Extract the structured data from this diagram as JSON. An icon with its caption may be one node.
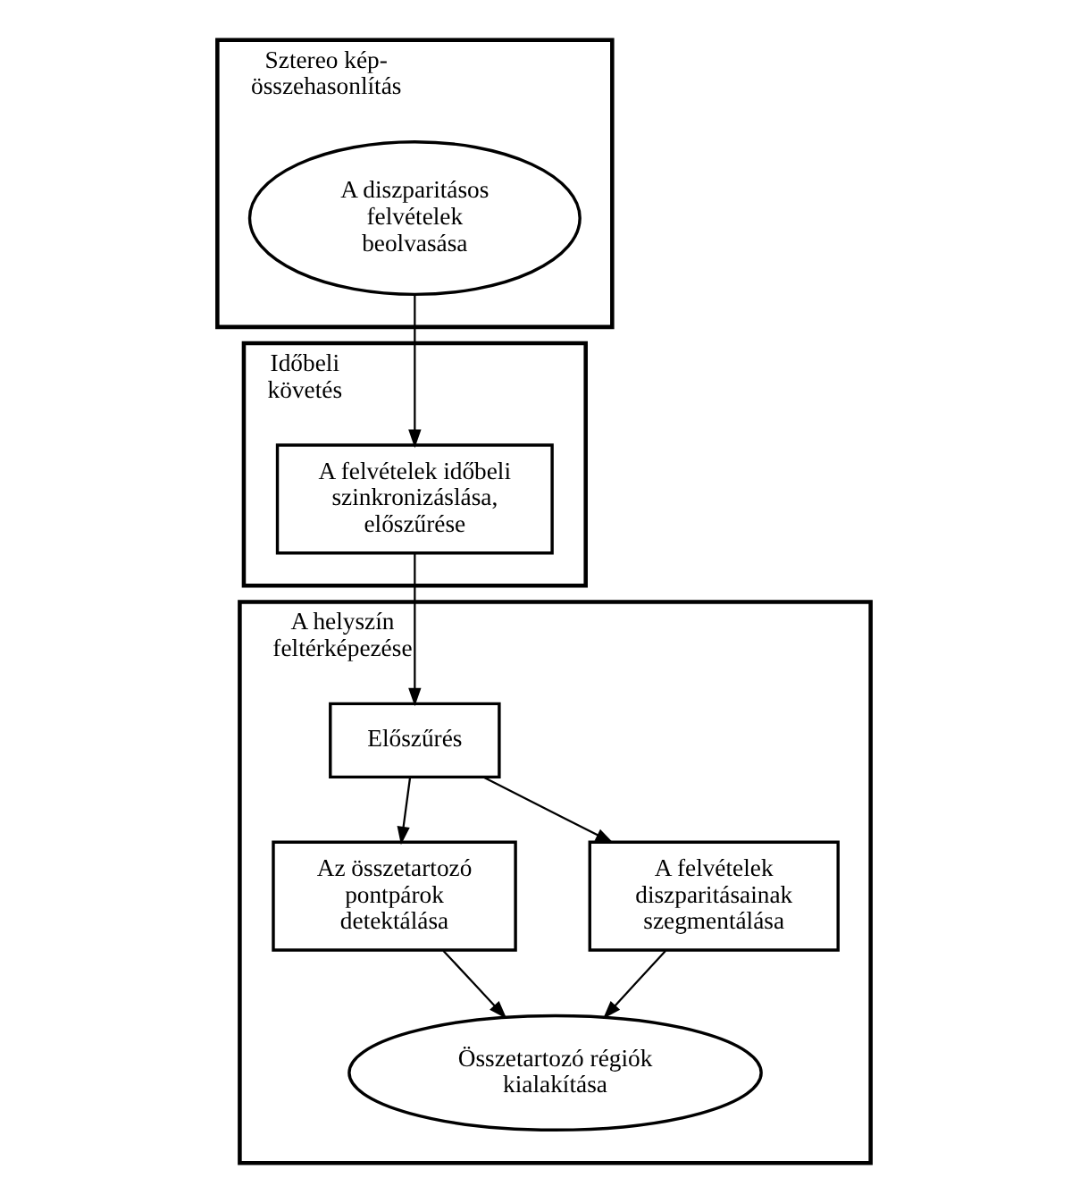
{
  "diagram": {
    "nodes": [
      {
        "text": [
          "Sztereo kép- összehasonlítás"
        ]
      },
      {
        "text": [
          "A diszparitásos felvételek beolvasása"
        ],
        "in": 0
      },
      {
        "text": [
          "Időbeli követés"
        ]
      },
      {
        "text": [
          "A felvételek időbeli szinkronizáslása, előszűrése"
        ],
        "in": 2
      },
      {
        "text": [
          "A helyszín feltérképezése"
        ]
      },
      {
        "text": [
          "Előszűrés"
        ],
        "in": 4
      },
      {
        "text": [
          "Az összetartozó pontpárok detektálása"
        ],
        "in": 4
      },
      {
        "text": [
          "A felvételek diszparitásainak szegmentálása"
        ],
        "in": 4
      },
      {
        "text": [
          "Összetartozó régiók kialakítása"
        ],
        "in": 4
      }
    ],
    "edges": [
      {
        "from": 1,
        "to": 3,
        "arrow": "to"
      },
      {
        "from": 3,
        "to": 5,
        "arrow": "to"
      },
      {
        "from": 5,
        "to": 6,
        "arrow": "to"
      },
      {
        "from": 5,
        "to": 7,
        "arrow": "to"
      },
      {
        "from": 6,
        "to": 8,
        "arrow": "to"
      },
      {
        "from": 7,
        "to": 8,
        "arrow": "to"
      }
    ]
  }
}
